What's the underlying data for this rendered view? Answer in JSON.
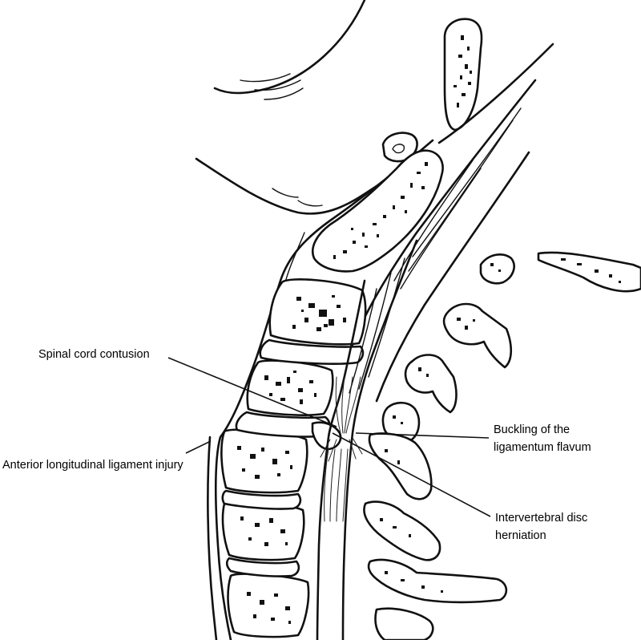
{
  "labels": {
    "spinal_cord_contusion": "Spinal cord contusion",
    "buckling_line1": "Buckling of the",
    "buckling_line2": "ligamentum flavum",
    "anterior_ligament": "Anterior longitudinal ligament injury",
    "disc_line1": "Intervertebral disc",
    "disc_line2": "herniation"
  },
  "colors": {
    "ink": "#111111",
    "background": "#ffffff"
  }
}
